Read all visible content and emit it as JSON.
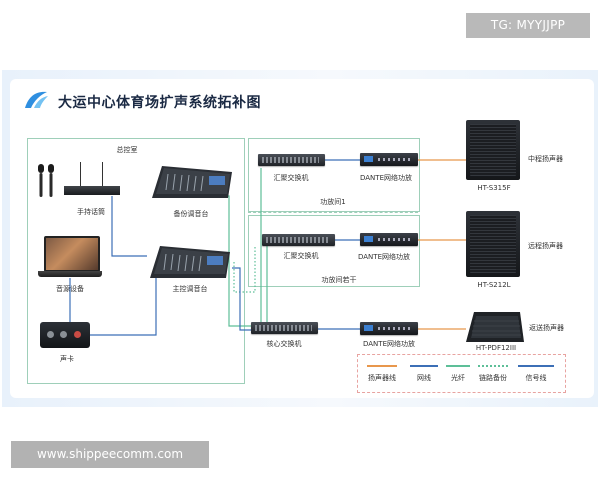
{
  "watermarks": {
    "top": "TG: MYYJJPP",
    "bottom": "www.shippeecomm.com"
  },
  "title": "大运中心体育场扩声系统拓补图",
  "rooms": {
    "control": "总控室",
    "amp_room_1": "功放间1",
    "amp_room_n": "功放间若干"
  },
  "devices": {
    "wireless_mic": "手持话筒",
    "backup_console": "备份调音台",
    "main_console": "主控调音台",
    "audio_source": "音源设备",
    "sound_card": "声卡",
    "agg_switch_1": "汇聚交换机",
    "agg_switch_2": "汇聚交换机",
    "core_switch": "核心交换机",
    "dante_amp_1": "DANTE网络功放",
    "dante_amp_2": "DANTE网络功放",
    "dante_amp_3": "DANTE网络功放"
  },
  "speakers": [
    {
      "model": "HT-S315F",
      "role": "中程扬声器"
    },
    {
      "model": "HT-S212L",
      "role": "远程扬声器"
    },
    {
      "model": "HT-PDF12III",
      "role": "返送扬声器"
    }
  ],
  "legend": [
    {
      "label": "扬声器线",
      "color": "#e8974c",
      "style": "solid"
    },
    {
      "label": "网线",
      "color": "#3c6fb6",
      "style": "solid"
    },
    {
      "label": "光纤",
      "color": "#5dbf98",
      "style": "solid"
    },
    {
      "label": "链路备份",
      "color": "#5dbf98",
      "style": "dotted"
    },
    {
      "label": "信号线",
      "color": "#3c6fb6",
      "style": "solid"
    }
  ],
  "colors": {
    "speaker_line": "#e8974c",
    "network_line": "#3c6fb6",
    "fiber_line": "#5dbf98",
    "frame": "#9ecfb9"
  }
}
